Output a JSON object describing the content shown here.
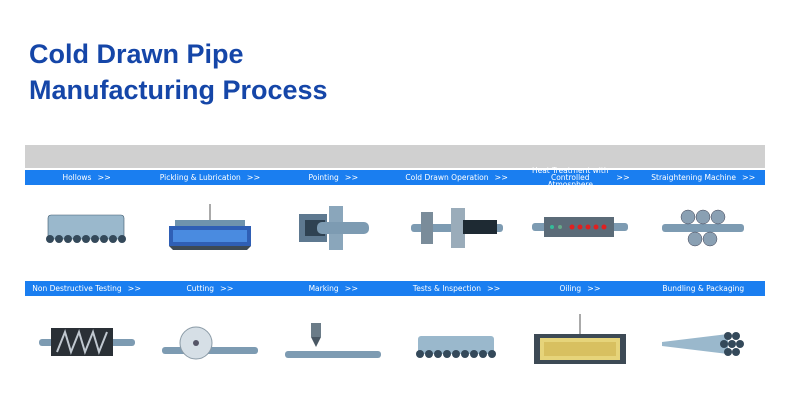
{
  "title": {
    "line1": "Cold Drawn Pipe",
    "line2": "Manufacturing Process"
  },
  "arrow": ">>",
  "row1": [
    {
      "label": "Hollows",
      "icon": "pipe-bundle-icon"
    },
    {
      "label": "Pickling & Lubrication",
      "icon": "pickling-tank-icon"
    },
    {
      "label": "Pointing",
      "icon": "pointing-machine-icon"
    },
    {
      "label": "Cold Drawn Operation",
      "icon": "drawing-die-icon"
    },
    {
      "label": "Heat Treatment with Controlled Atmosphere",
      "icon": "furnace-icon"
    },
    {
      "label": "Straightening Machine",
      "icon": "straightener-icon"
    }
  ],
  "row2": [
    {
      "label": "Non Destructive Testing",
      "icon": "ndt-coil-icon"
    },
    {
      "label": "Cutting",
      "icon": "saw-icon"
    },
    {
      "label": "Marking",
      "icon": "marker-icon"
    },
    {
      "label": "Tests & Inspection",
      "icon": "pipe-bundle-icon"
    },
    {
      "label": "Oiling",
      "icon": "oil-tank-icon"
    },
    {
      "label": "Bundling & Packaging",
      "icon": "pipe-bundle-packed-icon"
    }
  ],
  "colors": {
    "title": "#1546a8",
    "band": "#1a7ef0",
    "gray": "#d0d0d0"
  }
}
